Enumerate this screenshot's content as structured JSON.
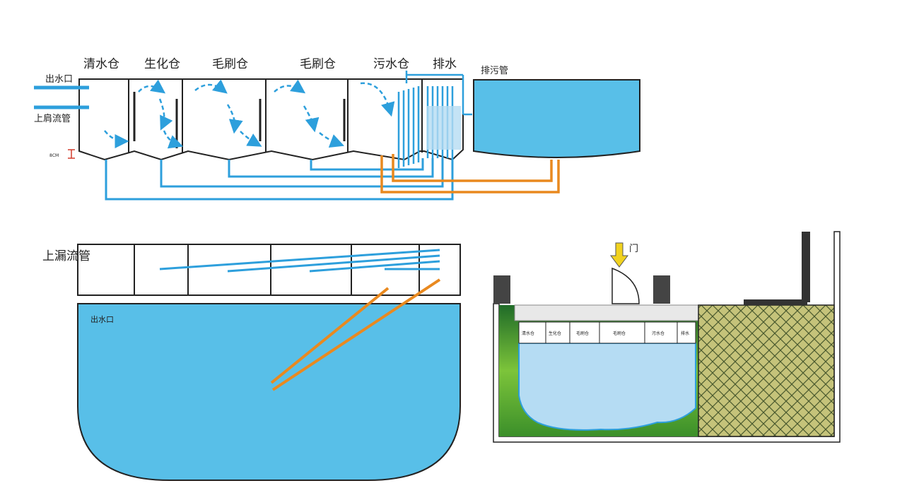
{
  "top_section": {
    "chambers": [
      "清水仓",
      "生化仓",
      "毛刷仓",
      "毛刷仓",
      "污水仓",
      "排水"
    ],
    "drain_pipe_label": "排污管",
    "outlet_label": "出水口",
    "overflow_label": "上肩流管",
    "height_label": "8CM"
  },
  "bottom_left": {
    "overflow_label": "上漏流管",
    "outlet_label": "出水口"
  },
  "bottom_right": {
    "door_label": "门",
    "sump_chambers": [
      "清水仓",
      "生化仓",
      "毛刷仓",
      "毛刷仓",
      "污水仓",
      "排水"
    ]
  },
  "colors": {
    "water": "#58bfe8",
    "pipe_blue": "#2d9fdc",
    "pipe_orange": "#e9891f",
    "outline": "#222222",
    "arrow_yellow": "#f1d21f",
    "gravel": "#c5c37a",
    "light_water": "#b5dcf3",
    "height_mark": "#d23c2c"
  }
}
